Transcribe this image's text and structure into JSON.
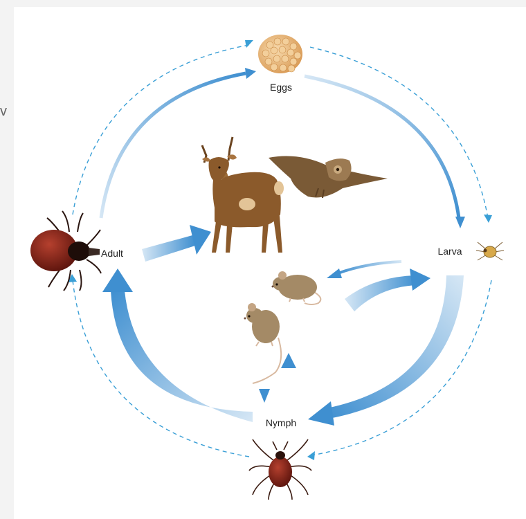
{
  "edge_text": "v",
  "labels": {
    "eggs": "Eggs",
    "larva": "Larva",
    "nymph": "Nymph",
    "adult": "Adult"
  },
  "colors": {
    "arrow_dark": "#3f8fd0",
    "arrow_light": "#cfe3f3",
    "dashed": "#3a9fd6",
    "tick_body": "#7a1e16",
    "deer": "#8b5a2b",
    "owl": "#7a5a36",
    "mouse": "#9c8461"
  },
  "icons": [
    "egg-cluster-icon",
    "larva-tick-icon",
    "nymph-tick-icon",
    "adult-tick-icon",
    "deer-icon",
    "owl-icon",
    "mouse-icon"
  ]
}
